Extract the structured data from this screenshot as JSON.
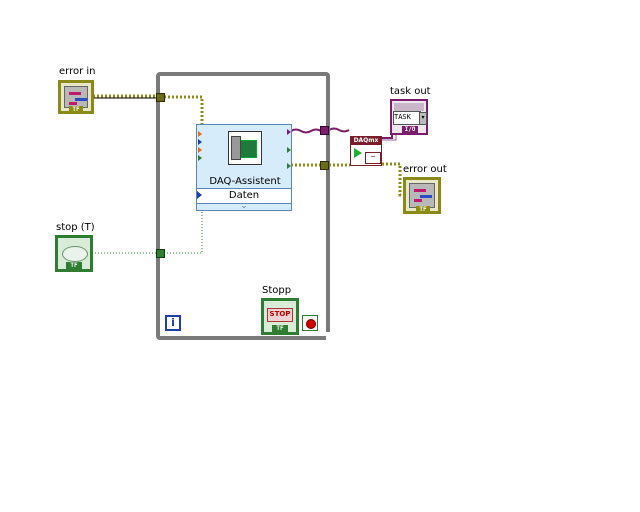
{
  "terminals": {
    "error_in": "error in",
    "stop_t": "stop (T)",
    "task_out": "task out",
    "error_out": "error out",
    "stopp": "Stopp"
  },
  "express_vi": {
    "title": "DAQ-Assistent",
    "output_label": "Daten",
    "expand_glyph": "⌄"
  },
  "daqmx": {
    "header": "DAQmx"
  },
  "task_indicator": {
    "text": "TASK"
  },
  "stop_button": {
    "text": "STOP"
  },
  "tags": {
    "tf": "TF",
    "io": "I/O"
  },
  "loop_iteration": "i",
  "colors": {
    "cluster_wire": "#8c8c14",
    "bool_wire": "#2e7d32",
    "task_wire": "#7a1d6a",
    "loop_border": "#7a7a7a",
    "express_bg": "#d6ecfb"
  }
}
